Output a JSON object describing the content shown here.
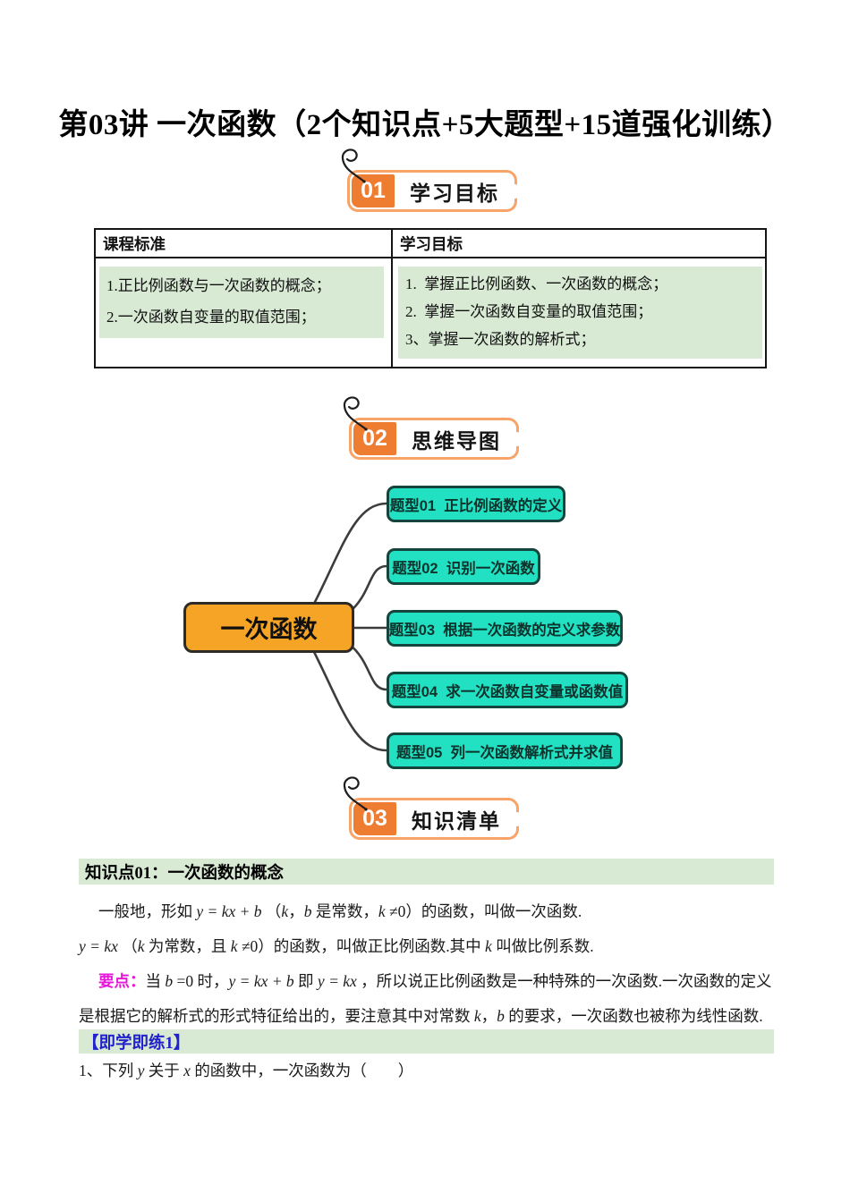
{
  "title": "第03讲 一次函数（2个知识点+5大题型+15道强化训练）",
  "colors": {
    "badge_orange": "#ee7c31",
    "badge_border": "#f8a468",
    "mindmap_root_fill": "#f6a426",
    "mindmap_branch_fill": "#22e1c3",
    "highlight_green": "#d8e9d4",
    "keynote_magenta": "#e516d8",
    "practice_blue": "#2222cc"
  },
  "sections": {
    "s1": {
      "number": "01",
      "label": "学习目标"
    },
    "s2": {
      "number": "02",
      "label": "思维导图"
    },
    "s3": {
      "number": "03",
      "label": "知识清单"
    }
  },
  "table": {
    "headers": [
      "课程标准",
      "学习目标"
    ],
    "left": [
      "1.正比例函数与一次函数的概念；",
      "2.一次函数自变量的取值范围；"
    ],
    "right": [
      "1.  掌握正比例函数、一次函数的概念；",
      "2.  掌握一次函数自变量的取值范围；",
      "3、掌握一次函数的解析式；"
    ]
  },
  "mindmap": {
    "root": "一次函数",
    "branches": [
      "题型01  正比例函数的定义",
      "题型02  识别一次函数",
      "题型03  根据一次函数的定义求参数",
      "题型04  求一次函数自变量或函数值",
      "题型05  列一次函数解析式并求值"
    ]
  },
  "knowledge": {
    "heading": "知识点01：一次函数的概念",
    "p1": [
      "一般地，形如 ",
      "y = kx + b",
      " （",
      "k",
      "，",
      "b",
      " 是常数，",
      "k",
      " ≠0）的函数，叫做一次函数.",
      "",
      ""
    ],
    "p2": [
      "y = kx",
      "  （",
      "k",
      " 为常数，且 ",
      "k",
      " ≠0）的函数，叫做正比例函数.其中 ",
      "k",
      " 叫做比例系数."
    ],
    "p3_label": "要点：",
    "p3": [
      "当 ",
      "b",
      " =0 时，",
      "y = kx + b",
      " 即 ",
      "y = kx",
      " ，所以说正比例函数是一种特殊的一次函数.一次函数的定义是根据它的解析式的形式特征给出的，要注意其中对常数 ",
      "k",
      "，",
      "b",
      " 的要求，一次函数也被称为线性函数."
    ]
  },
  "practice": {
    "heading": "【即学即练1】",
    "q1": [
      "1、下列 ",
      "y",
      " 关于 ",
      "x",
      " 的函数中，一次函数为（　　）"
    ]
  }
}
